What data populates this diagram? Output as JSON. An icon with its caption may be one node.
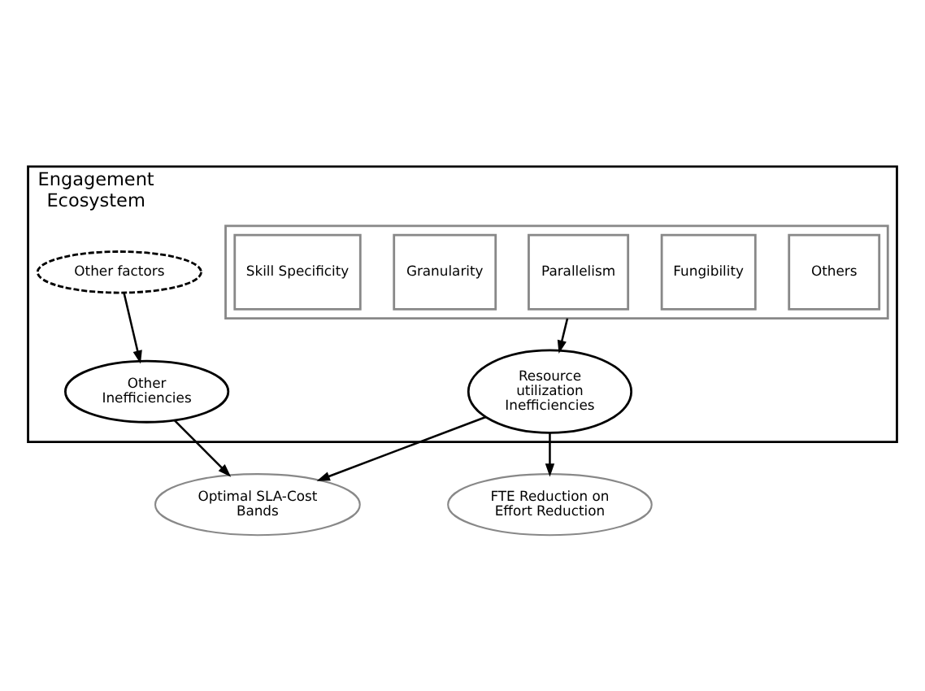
{
  "diagram": {
    "nodes": [
      {
        "text": [
          "Engagement Ecosystem"
        ]
      },
      {
        "text": [],
        "shape": "box",
        "in": 0
      },
      {
        "text": [
          "Skill Specificity"
        ],
        "in": 1
      },
      {
        "text": [
          "Granularity"
        ],
        "in": 1
      },
      {
        "text": [
          "Parallelism"
        ],
        "in": 1
      },
      {
        "text": [
          "Fungibility"
        ],
        "in": 1
      },
      {
        "text": [
          "Others"
        ],
        "in": 1
      },
      {
        "text": [
          "Other factors"
        ],
        "in": 0
      },
      {
        "text": [
          "Other Inefficiencies"
        ],
        "in": 0
      },
      {
        "text": [
          "Resource utilization Inefficiencies"
        ],
        "in": 0
      },
      {
        "text": [
          "Optimal SLA-Cost Bands"
        ]
      },
      {
        "text": [
          "FTE Reduction on Effort Reduction"
        ]
      }
    ],
    "edges": [
      {
        "from": 1,
        "to": 9,
        "arrow": "to"
      },
      {
        "from": 7,
        "to": 8,
        "arrow": "to"
      },
      {
        "from": 8,
        "to": 10,
        "arrow": "to"
      },
      {
        "from": 9,
        "to": 10,
        "arrow": "to"
      },
      {
        "from": 9,
        "to": 11,
        "arrow": "to"
      }
    ]
  }
}
